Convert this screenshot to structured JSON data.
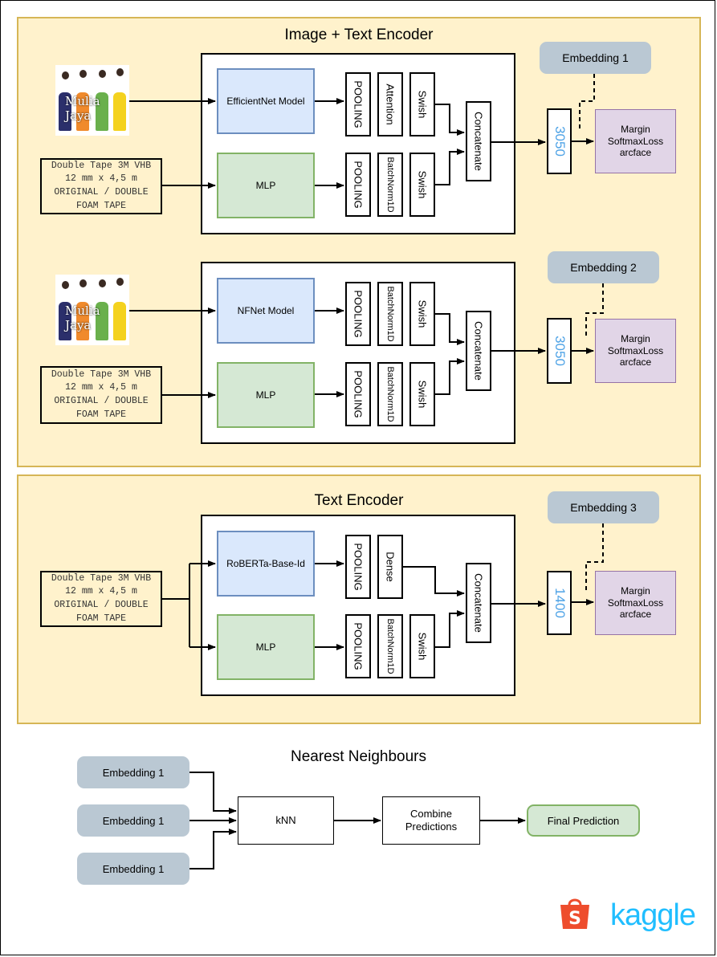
{
  "sections": {
    "image_text": "Image + Text Encoder",
    "text": "Text Encoder",
    "nn": "Nearest Neighbours"
  },
  "product_text": "Double Tape 3M VHB 12 mm x 4,5 m ORIGINAL / DOUBLE FOAM TAPE",
  "product_image_watermark": "Mulia Jaya",
  "branch1": {
    "model": "EfficientNet Model",
    "mlp": "MLP",
    "top": [
      "POOLING",
      "Attention",
      "Swish"
    ],
    "bottom": [
      "POOLING",
      "BatchNorm1D",
      "Swish"
    ],
    "concat": "Concatenate",
    "dim": "3050",
    "loss": [
      "Margin",
      "SoftmaxLoss",
      "arcface"
    ],
    "embedding": "Embedding 1"
  },
  "branch2": {
    "model": "NFNet Model",
    "mlp": "MLP",
    "top": [
      "POOLING",
      "BatchNorm1D",
      "Swish"
    ],
    "bottom": [
      "POOLING",
      "BatchNorm1D",
      "Swish"
    ],
    "concat": "Concatenate",
    "dim": "3050",
    "loss": [
      "Margin",
      "SoftmaxLoss",
      "arcface"
    ],
    "embedding": "Embedding 2"
  },
  "branch3": {
    "model": "RoBERTa-Base-Id",
    "mlp": "MLP",
    "top": [
      "POOLING",
      "Dense"
    ],
    "bottom": [
      "POOLING",
      "BatchNorm1D",
      "Swish"
    ],
    "concat": "Concatenate",
    "dim": "1400",
    "loss": [
      "Margin",
      "SoftmaxLoss",
      "arcface"
    ],
    "embedding": "Embedding 3"
  },
  "nn": {
    "inputs": [
      "Embedding 1",
      "Embedding 1",
      "Embedding 1"
    ],
    "knn": "kNN",
    "combine": "Combine Predictions",
    "final": "Final Prediction"
  },
  "logos": {
    "kaggle": "kaggle",
    "shopee": "shopee-bag-icon"
  },
  "colors": {
    "section_fill": "#fff2cc",
    "section_border": "#d6b656",
    "model_fill": "#dae8fc",
    "mlp_fill": "#d5e8d4",
    "loss_fill": "#e1d5e7",
    "embedding_fill": "#bac8d3",
    "dim_text": "#4fa3e6",
    "kaggle": "#20beff",
    "shopee": "#ee4d2d"
  }
}
